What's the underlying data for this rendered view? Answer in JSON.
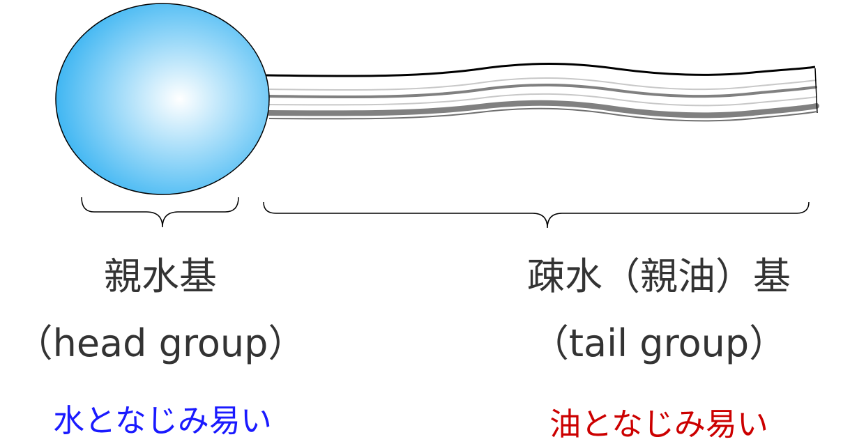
{
  "head": {
    "label_jp": "親水基",
    "label_en": "（head group）",
    "note": "水となじみ易い"
  },
  "tail": {
    "label_jp": "疎水（親油）基",
    "label_en": "（tail group）",
    "note": "油となじみ易い"
  },
  "colors": {
    "head_fill_center": "#ffffff",
    "head_fill_edge": "#3ab4f2",
    "head_note": "#1a1aff",
    "tail_note": "#cc0000",
    "text": "#333333",
    "tail_stripe_dark": "#808080",
    "tail_stripe_light": "#c8c8c8"
  }
}
